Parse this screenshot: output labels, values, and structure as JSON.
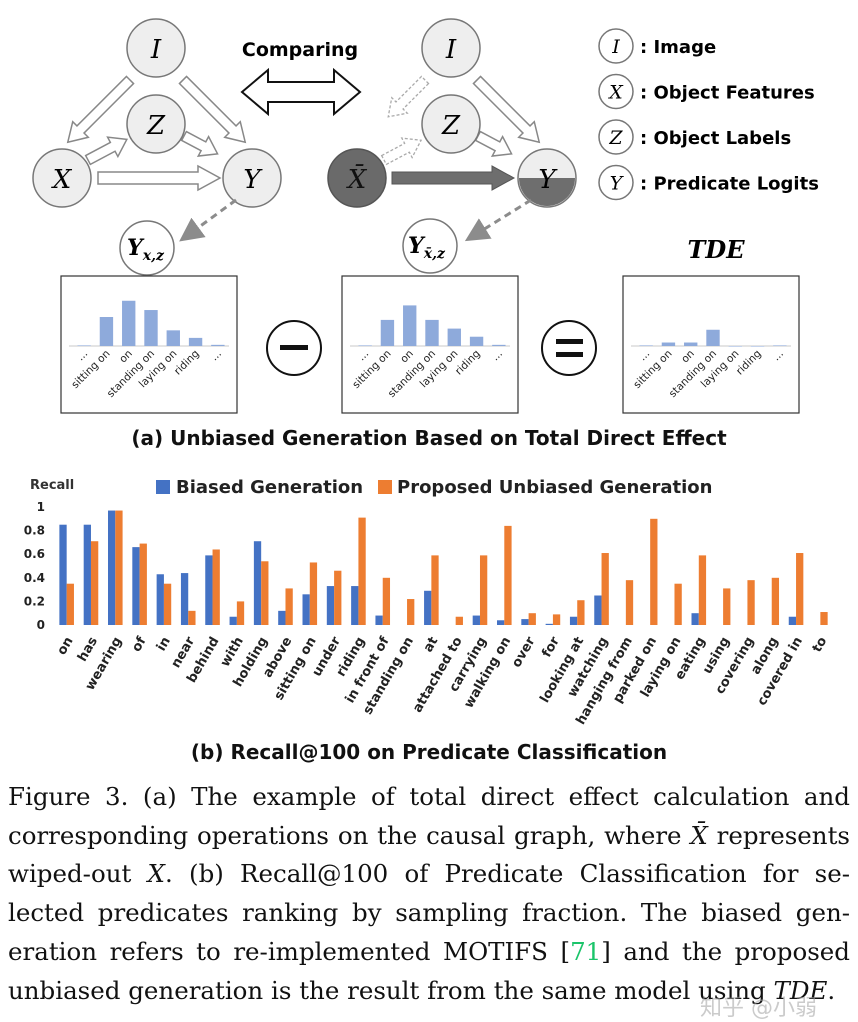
{
  "graph": {
    "comparing_label": "Comparing",
    "node_I": "I",
    "node_Z": "Z",
    "node_X": "X",
    "node_Y": "Y",
    "node_Xbar": "X̄",
    "out_left": "Y",
    "out_left_sub": "x,z",
    "out_mid": "Y",
    "out_mid_sub": "x̄,z",
    "tde_label": "TDE",
    "minus": "−",
    "equals": "="
  },
  "legend_nodes": [
    {
      "symbol": "I",
      "label": ": Image"
    },
    {
      "symbol": "X",
      "label": ": Object Features"
    },
    {
      "symbol": "Z",
      "label": ": Object Labels"
    },
    {
      "symbol": "Y",
      "label": ": Predicate Logits"
    }
  ],
  "mini_charts": [
    {
      "type": "bar",
      "categories": [
        "...",
        "sitting on",
        "on",
        "standing on",
        "laying on",
        "riding",
        "..."
      ],
      "values": [
        0.01,
        0.5,
        0.78,
        0.62,
        0.27,
        0.14,
        0.02
      ],
      "ylim": [
        0,
        1
      ]
    },
    {
      "type": "bar",
      "categories": [
        "...",
        "sitting on",
        "on",
        "standing on",
        "laying on",
        "riding",
        "..."
      ],
      "values": [
        0.01,
        0.45,
        0.7,
        0.45,
        0.3,
        0.16,
        0.02
      ],
      "ylim": [
        0,
        1
      ]
    },
    {
      "type": "bar",
      "categories": [
        "...",
        "sitting on",
        "on",
        "standing on",
        "laying on",
        "riding",
        "..."
      ],
      "values": [
        0.01,
        0.06,
        0.06,
        0.28,
        0.0,
        0.0,
        0.01
      ],
      "ylim": [
        0,
        1
      ]
    }
  ],
  "caption_a": "(a) Unbiased Generation Based on Total Direct Effect",
  "caption_b": "(b) Recall@100 on Predicate Classification",
  "chart_data": {
    "type": "bar",
    "ylabel": "Recall",
    "ylim": [
      0,
      1
    ],
    "yticks": [
      "0",
      "0.2",
      "0.4",
      "0.6",
      "0.8",
      "1"
    ],
    "grid": false,
    "legend_position": "top",
    "colors": {
      "biased": "#4472c4",
      "unbiased": "#ed7d31"
    },
    "categories": [
      "on",
      "has",
      "wearing",
      "of",
      "in",
      "near",
      "behind",
      "with",
      "holding",
      "above",
      "sitting on",
      "under",
      "riding",
      "in front of",
      "standing on",
      "at",
      "attached to",
      "carrying",
      "walking on",
      "over",
      "for",
      "looking at",
      "watching",
      "hanging from",
      "parked on",
      "laying on",
      "eating",
      "using",
      "covering",
      "along",
      "covered in",
      "to"
    ],
    "series": [
      {
        "name": "Biased Generation",
        "values": [
          0.85,
          0.85,
          0.97,
          0.66,
          0.43,
          0.44,
          0.59,
          0.07,
          0.71,
          0.12,
          0.26,
          0.33,
          0.33,
          0.08,
          0.0,
          0.29,
          0.0,
          0.08,
          0.04,
          0.05,
          0.01,
          0.07,
          0.25,
          0.0,
          0.0,
          0.0,
          0.1,
          0.0,
          0.0,
          0.0,
          0.07,
          0.0
        ]
      },
      {
        "name": "Proposed Unbiased Generation",
        "values": [
          0.35,
          0.71,
          0.97,
          0.69,
          0.35,
          0.12,
          0.64,
          0.2,
          0.54,
          0.31,
          0.53,
          0.46,
          0.91,
          0.4,
          0.22,
          0.59,
          0.07,
          0.59,
          0.84,
          0.1,
          0.09,
          0.21,
          0.61,
          0.38,
          0.9,
          0.35,
          0.59,
          0.31,
          0.38,
          0.4,
          0.61,
          0.11
        ]
      }
    ]
  },
  "figure_caption": {
    "line1_a": "Figure 3. (a) The example of total direct effect calculation and",
    "line2_a": "corresponding operations on the causal graph, where ",
    "line2_sym": "X̄",
    "line2_b": " represents",
    "line3_a": "wiped-out ",
    "line3_sym": "X",
    "line3_b": ". (b) Recall@100 of Predicate Classification for se-",
    "line4": "lected predicates ranking by sampling fraction. The biased gen-",
    "line5_a": "eration refers to re-implemented MOTIFS [",
    "line5_ref": "71",
    "line5_b": "] and the proposed",
    "line6_a": "unbiased generation is the result from the same model using ",
    "line6_sym": "TDE",
    "line6_b": "."
  },
  "watermark": "知乎 @小弱"
}
